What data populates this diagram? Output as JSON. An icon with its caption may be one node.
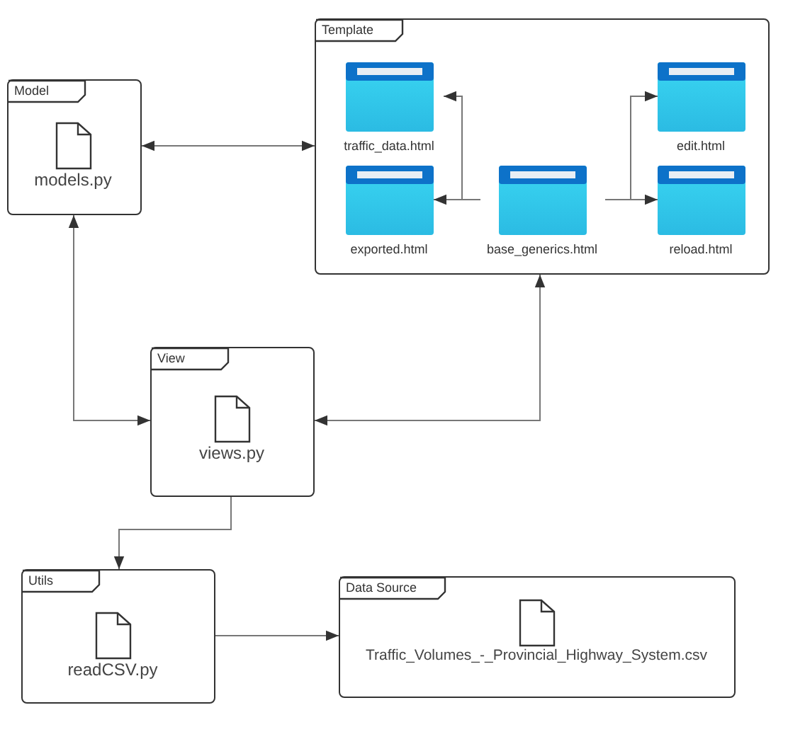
{
  "diagram": {
    "nodes": [
      {
        "text": [
          "Template"
        ]
      },
      {
        "text": [
          "traffic_data.html"
        ],
        "in": 0
      },
      {
        "text": [
          "edit.html"
        ],
        "in": 0
      },
      {
        "text": [
          "exported.html"
        ],
        "in": 0
      },
      {
        "text": [
          "base_generics.html"
        ],
        "in": 0
      },
      {
        "text": [
          "reload.html"
        ],
        "in": 0
      },
      {
        "text": [
          "Model"
        ]
      },
      {
        "text": [
          "models.py"
        ],
        "in": 6
      },
      {
        "text": [
          "View"
        ]
      },
      {
        "text": [
          "views.py"
        ],
        "in": 8
      },
      {
        "text": [
          "Utils"
        ]
      },
      {
        "text": [
          "readCSV.py"
        ],
        "in": 10
      },
      {
        "text": [
          "Data Source"
        ]
      },
      {
        "text": [
          "Traffic_Volumes_-_Provincial_Highway_System.csv"
        ],
        "in": 12
      }
    ],
    "edges": [
      {
        "from": 6,
        "to": 0,
        "arrow": "both"
      },
      {
        "from": 6,
        "to": 8,
        "arrow": "both"
      },
      {
        "from": 8,
        "to": 0,
        "arrow": "both"
      },
      {
        "from": 8,
        "to": 10,
        "arrow": "to"
      },
      {
        "from": 10,
        "to": 12,
        "arrow": "to"
      },
      {
        "from": 4,
        "to": 1,
        "arrow": "to"
      },
      {
        "from": 4,
        "to": 3,
        "arrow": "to"
      },
      {
        "from": 4,
        "to": 2,
        "arrow": "to"
      },
      {
        "from": 4,
        "to": 5,
        "arrow": "to"
      }
    ]
  }
}
